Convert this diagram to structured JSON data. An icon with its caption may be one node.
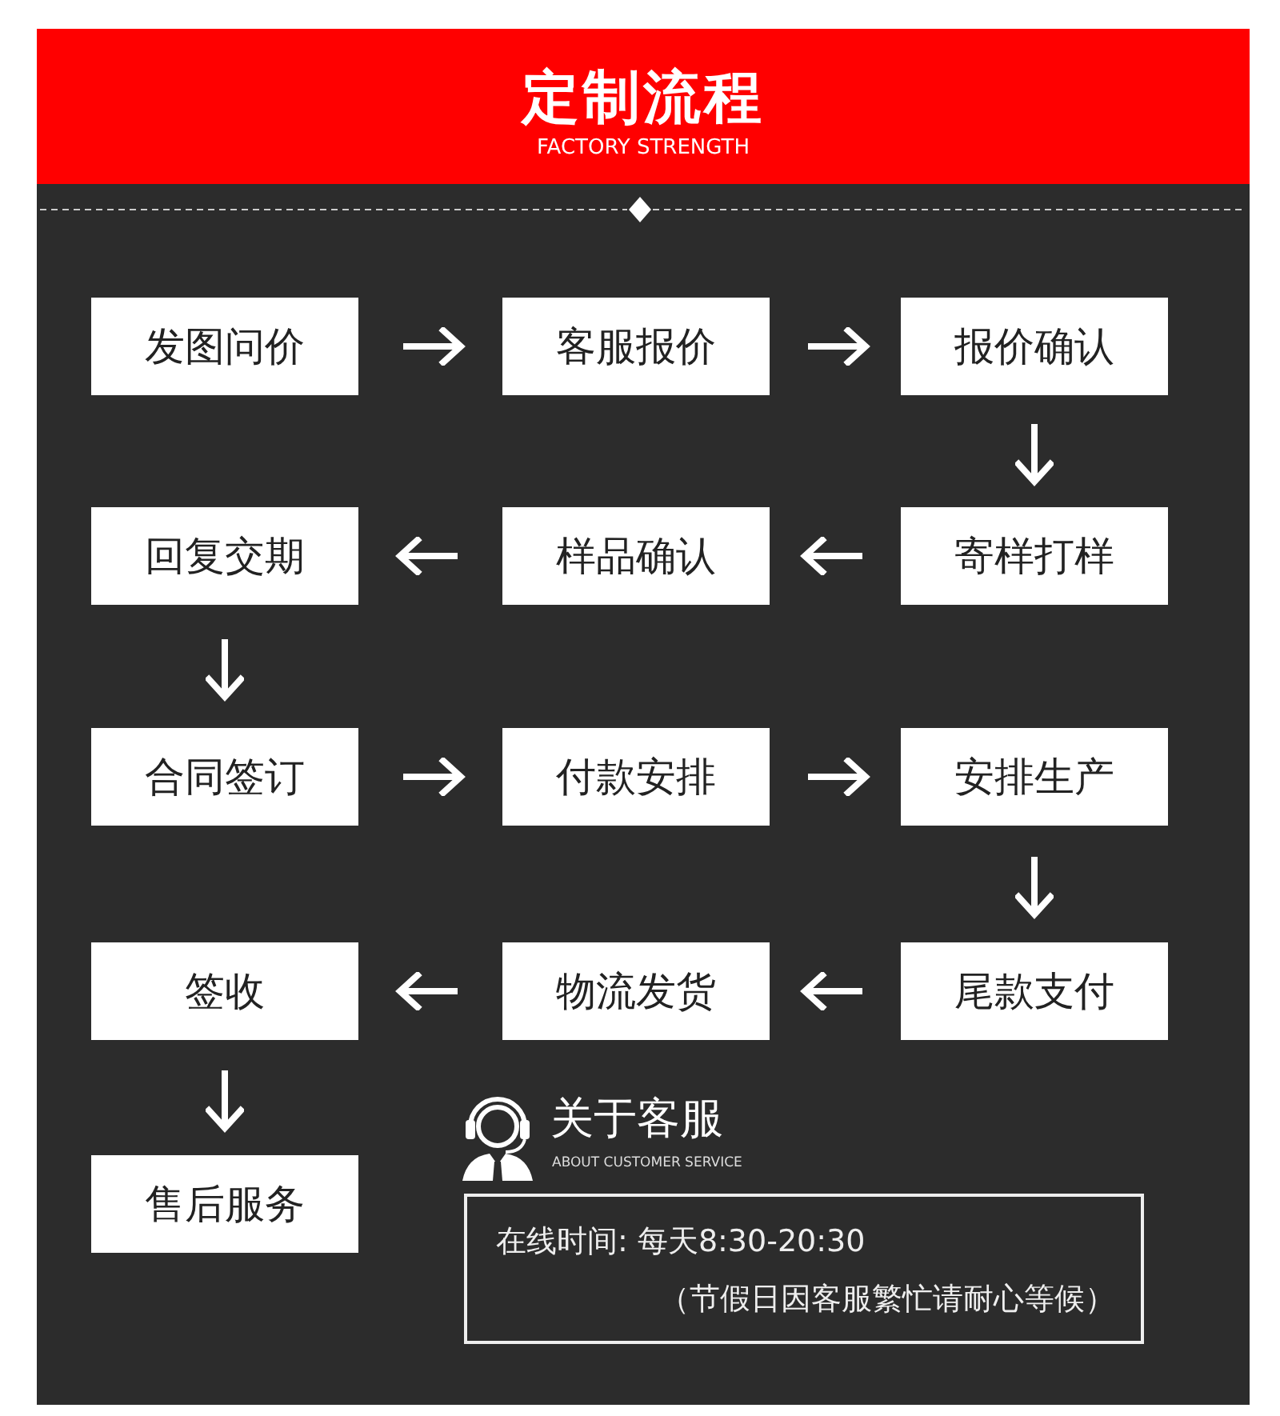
{
  "diagram": {
    "title": "定制流程",
    "nodes": [
      {
        "text": [
          "发图问价"
        ]
      },
      {
        "text": [
          "客服报价"
        ]
      },
      {
        "text": [
          "报价确认"
        ]
      },
      {
        "text": [
          "寄样打样"
        ]
      },
      {
        "text": [
          "样品确认"
        ]
      },
      {
        "text": [
          "回复交期"
        ]
      },
      {
        "text": [
          "合同签订"
        ]
      },
      {
        "text": [
          "付款安排"
        ]
      },
      {
        "text": [
          "安排生产"
        ]
      },
      {
        "text": [
          "尾款支付"
        ]
      },
      {
        "text": [
          "物流发货"
        ]
      },
      {
        "text": [
          "签收"
        ]
      },
      {
        "text": [
          "售后服务"
        ]
      },
      {
        "text": [
          "在线时间: 每天8:30-20:30",
          "（节假日因客服繁忙请耐心等候）"
        ]
      }
    ],
    "edges": [
      {
        "from": 0,
        "to": 1,
        "arrow": "to"
      },
      {
        "from": 1,
        "to": 2,
        "arrow": "to"
      },
      {
        "from": 2,
        "to": 3,
        "arrow": "to"
      },
      {
        "from": 3,
        "to": 4,
        "arrow": "to"
      },
      {
        "from": 4,
        "to": 5,
        "arrow": "to"
      },
      {
        "from": 5,
        "to": 6,
        "arrow": "to"
      },
      {
        "from": 6,
        "to": 7,
        "arrow": "to"
      },
      {
        "from": 7,
        "to": 8,
        "arrow": "to"
      },
      {
        "from": 8,
        "to": 9,
        "arrow": "to"
      },
      {
        "from": 9,
        "to": 10,
        "arrow": "to"
      },
      {
        "from": 10,
        "to": 11,
        "arrow": "to"
      },
      {
        "from": 11,
        "to": 12,
        "arrow": "to"
      }
    ],
    "labels": [
      "FACTORY STRENGTH",
      "关于客服",
      "ABOUT CUSTOMER SERVICE"
    ]
  }
}
